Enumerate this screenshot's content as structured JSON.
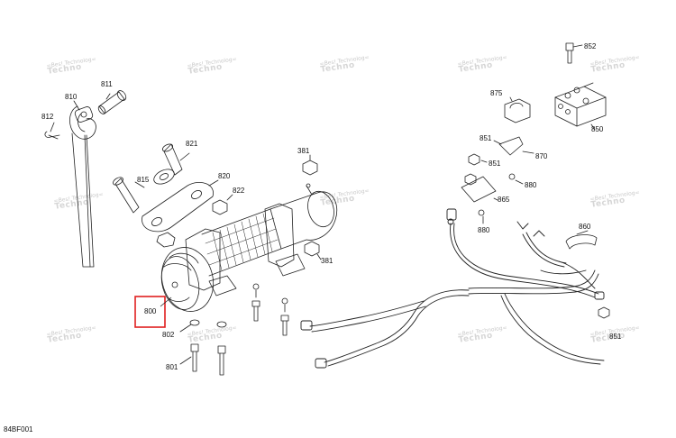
{
  "figure_code": "84BF001",
  "highlighted_part": "800",
  "parts": [
    {
      "id": "p852",
      "label": "852"
    },
    {
      "id": "p811",
      "label": "811"
    },
    {
      "id": "p810",
      "label": "810"
    },
    {
      "id": "p812",
      "label": "812"
    },
    {
      "id": "p875",
      "label": "875"
    },
    {
      "id": "p850",
      "label": "850"
    },
    {
      "id": "p821",
      "label": "821"
    },
    {
      "id": "p381a",
      "label": "381"
    },
    {
      "id": "p851a",
      "label": "851"
    },
    {
      "id": "p870",
      "label": "870"
    },
    {
      "id": "p851b",
      "label": "851"
    },
    {
      "id": "p815",
      "label": "815"
    },
    {
      "id": "p820",
      "label": "820"
    },
    {
      "id": "p880a",
      "label": "880"
    },
    {
      "id": "p822",
      "label": "822"
    },
    {
      "id": "p865",
      "label": "865"
    },
    {
      "id": "p880b",
      "label": "880"
    },
    {
      "id": "p860",
      "label": "860"
    },
    {
      "id": "p381b",
      "label": "381"
    },
    {
      "id": "p800",
      "label": "800"
    },
    {
      "id": "p802",
      "label": "802"
    },
    {
      "id": "p801",
      "label": "801"
    },
    {
      "id": "p851c",
      "label": "851"
    }
  ],
  "watermark": {
    "line1": "=Bes! Technolog=",
    "line2": "Techno"
  },
  "colors": {
    "line": "#222222",
    "highlight": "#e02020",
    "watermark": "#cfcfcf"
  }
}
